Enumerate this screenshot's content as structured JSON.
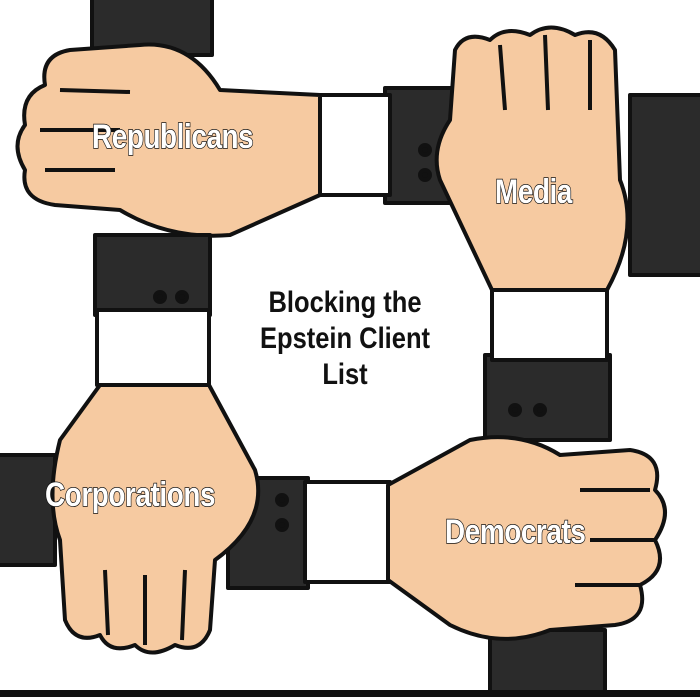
{
  "labels": {
    "top_left": "Republicans",
    "top_right": "Media",
    "bottom_left": "Corporations",
    "bottom_right": "Democrats"
  },
  "center_text": {
    "line1": "Blocking the",
    "line2": "Epstein Client",
    "line3": "List"
  },
  "colors": {
    "skin": "#f6caa1",
    "sleeve": "#2b2b2b",
    "cuff": "#ffffff",
    "outline": "#111111"
  }
}
